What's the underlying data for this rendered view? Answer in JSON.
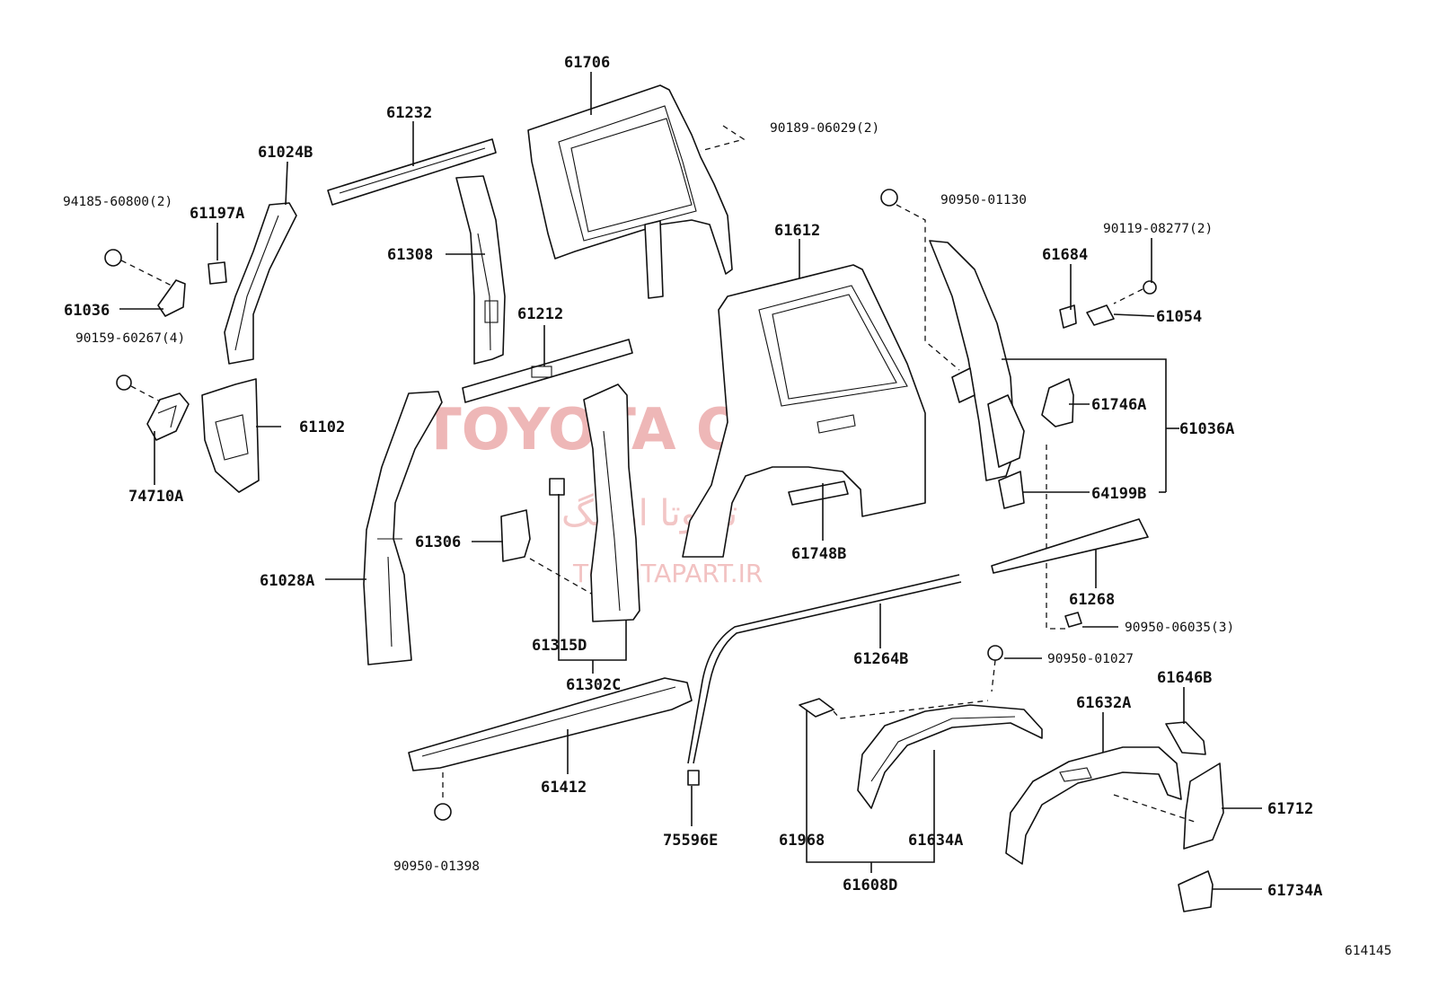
{
  "watermark": {
    "brand": "TOYOTA ORANG",
    "arabic": "تویوتا اورنگ",
    "url": "TOYOTAPART.IR"
  },
  "diagram_id": "614145",
  "parts": {
    "p61706": "61706",
    "p90189": "90189-06029(2)",
    "p61232": "61232",
    "p61024B": "61024B",
    "p94185": "94185-60800(2)",
    "p61197A": "61197A",
    "p61308": "61308",
    "p90950_01130": "90950-01130",
    "p61612": "61612",
    "p90119": "90119-08277(2)",
    "p61684": "61684",
    "p61054": "61054",
    "p61036": "61036",
    "p90159": "90159-60267(4)",
    "p61212": "61212",
    "p61102": "61102",
    "p61746A": "61746A",
    "p61036A": "61036A",
    "p74710A": "74710A",
    "p64199B": "64199B",
    "p61306": "61306",
    "p61748B": "61748B",
    "p61028A": "61028A",
    "p61268": "61268",
    "p90950_06035": "90950-06035(3)",
    "p61315D": "61315D",
    "p61264B": "61264B",
    "p90950_01027": "90950-01027",
    "p61302C": "61302C",
    "p61646B": "61646B",
    "p61632A": "61632A",
    "p61412": "61412",
    "p61712": "61712",
    "p75596E": "75596E",
    "p61968": "61968",
    "p61634A": "61634A",
    "p90950_01398": "90950-01398",
    "p61608D": "61608D",
    "p61734A": "61734A"
  }
}
